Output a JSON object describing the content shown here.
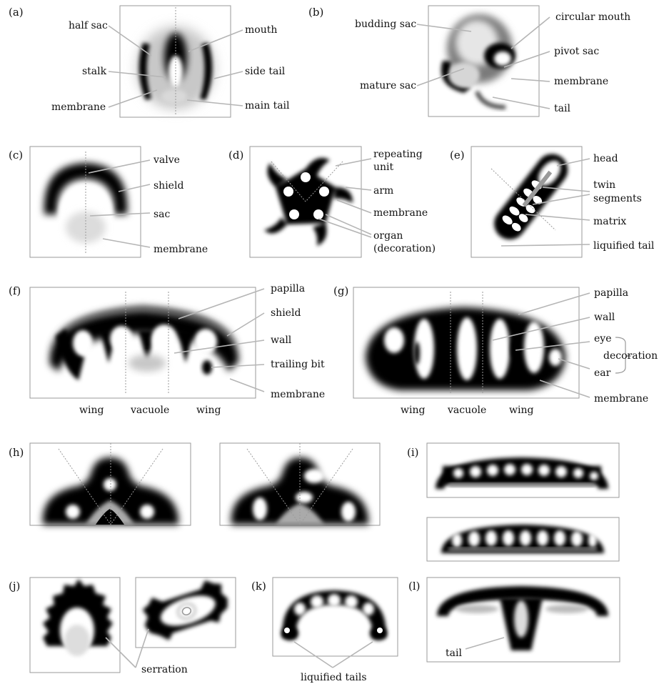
{
  "panels": {
    "a": {
      "tag": "(a)",
      "labels": {
        "half_sac": "half sac",
        "mouth": "mouth",
        "stalk": "stalk",
        "side_tail": "side tail",
        "membrane": "membrane",
        "main_tail": "main tail"
      }
    },
    "b": {
      "tag": "(b)",
      "labels": {
        "budding_sac": "budding sac",
        "circular_mouth": "circular mouth",
        "pivot_sac": "pivot sac",
        "mature_sac": "mature sac",
        "membrane": "membrane",
        "tail": "tail"
      }
    },
    "c": {
      "tag": "(c)",
      "labels": {
        "valve": "valve",
        "shield": "shield",
        "sac": "sac",
        "membrane": "membrane"
      }
    },
    "d": {
      "tag": "(d)",
      "labels": {
        "repeating_unit_1": "repeating",
        "repeating_unit_2": "unit",
        "arm": "arm",
        "membrane": "membrane",
        "organ_1": "organ",
        "organ_2": "(decoration)"
      }
    },
    "e": {
      "tag": "(e)",
      "labels": {
        "head": "head",
        "twin_segments_1": "twin",
        "twin_segments_2": "segments",
        "matrix": "matrix",
        "liquified_tail": "liquified tail"
      }
    },
    "f": {
      "tag": "(f)",
      "labels": {
        "papilla": "papilla",
        "shield": "shield",
        "wall": "wall",
        "trailing_bit": "trailing bit",
        "membrane": "membrane"
      },
      "bottom": {
        "wing_left": "wing",
        "vacuole": "vacuole",
        "wing_right": "wing"
      }
    },
    "g": {
      "tag": "(g)",
      "labels": {
        "papilla": "papilla",
        "wall": "wall",
        "eye": "eye",
        "decoration": "decoration",
        "ear": "ear",
        "membrane": "membrane"
      },
      "bottom": {
        "wing_left": "wing",
        "vacuole": "vacuole",
        "wing_right": "wing"
      }
    },
    "h": {
      "tag": "(h)"
    },
    "i": {
      "tag": "(i)"
    },
    "j": {
      "tag": "(j)",
      "labels": {
        "serration": "serration"
      }
    },
    "k": {
      "tag": "(k)",
      "labels": {
        "liquified_tails": "liquified tails"
      }
    },
    "l": {
      "tag": "(l)",
      "labels": {
        "tail": "tail"
      }
    }
  }
}
